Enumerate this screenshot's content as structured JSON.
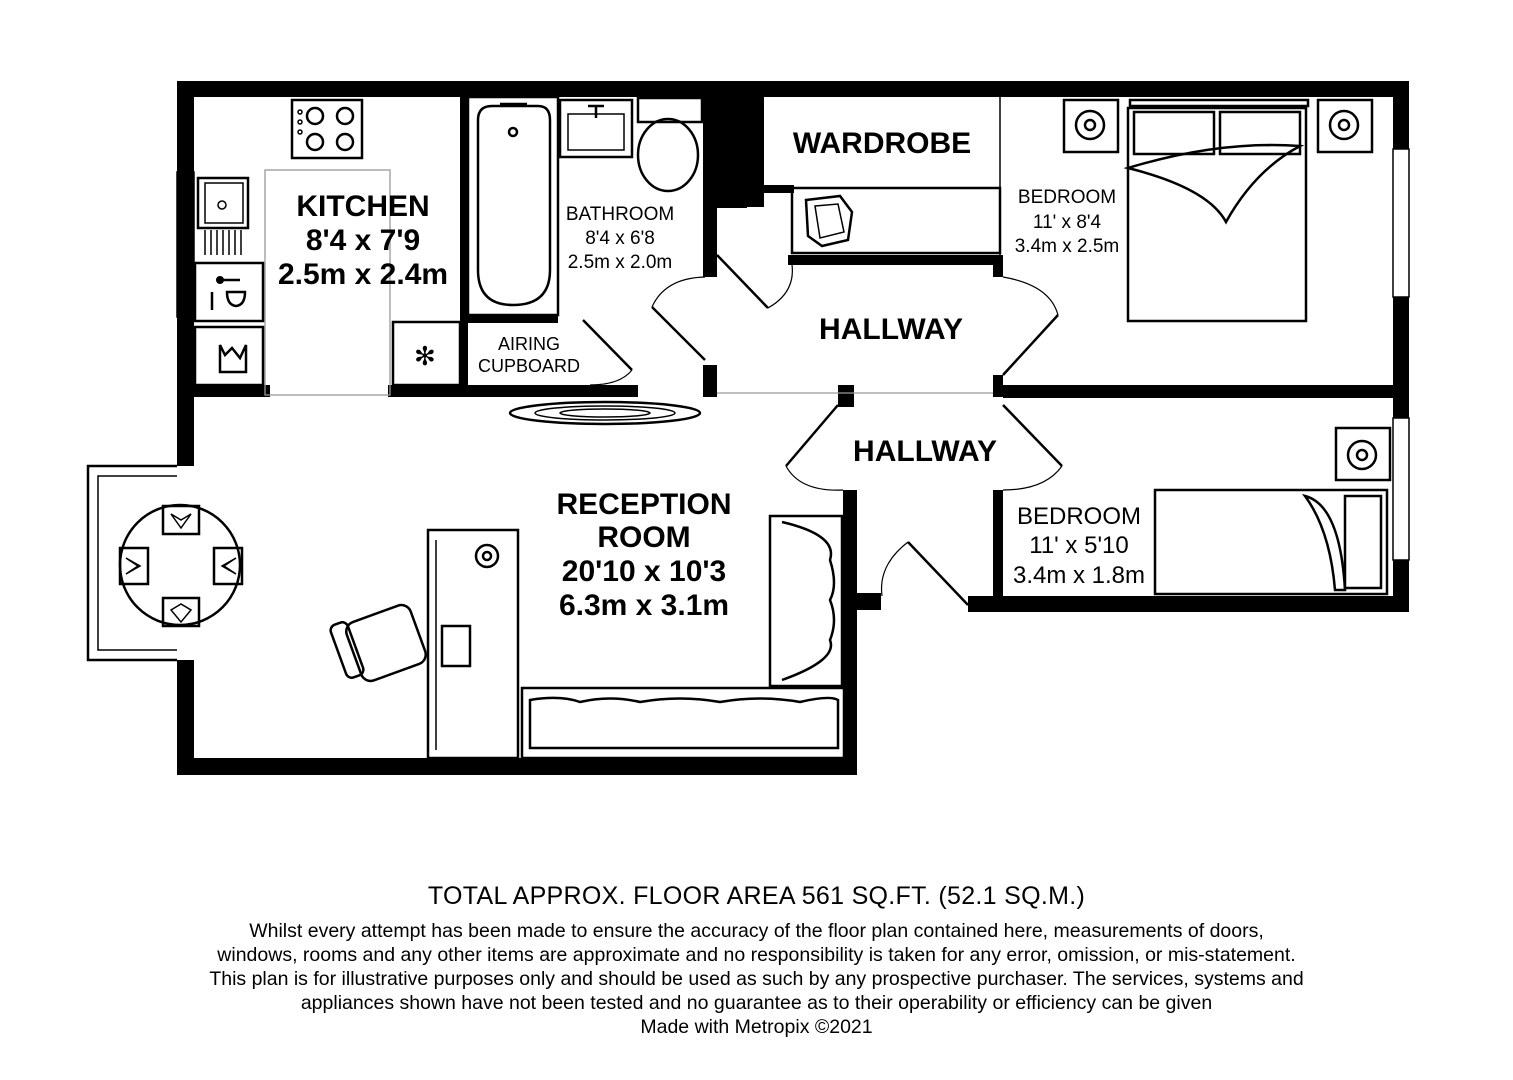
{
  "rooms": {
    "kitchen": {
      "name": "KITCHEN",
      "imperial": "8'4 x 7'9",
      "metric": "2.5m x 2.4m"
    },
    "bathroom": {
      "name": "BATHROOM",
      "imperial": "8'4 x 6'8",
      "metric": "2.5m x 2.0m"
    },
    "wardrobe": {
      "name": "WARDROBE"
    },
    "bedroom1": {
      "name": "BEDROOM",
      "imperial": "11' x 8'4",
      "metric": "3.4m x 2.5m"
    },
    "airing": {
      "line1": "AIRING",
      "line2": "CUPBOARD"
    },
    "hallway_upper": {
      "name": "HALLWAY"
    },
    "hallway_lower": {
      "name": "HALLWAY"
    },
    "reception": {
      "line1": "RECEPTION",
      "line2": "ROOM",
      "imperial": "20'10 x 10'3",
      "metric": "6.3m x 3.1m"
    },
    "bedroom2": {
      "name": "BEDROOM",
      "imperial": "11' x 5'10",
      "metric": "3.4m x 1.8m"
    }
  },
  "icons": [
    "hob-icon",
    "sink-icon",
    "washing-machine-icon",
    "fridge-freezer-icon",
    "bath-icon",
    "toilet-icon",
    "basin-icon",
    "bed-icon",
    "sofa-icon",
    "desk-icon",
    "chair-icon",
    "dining-table-icon",
    "lamp-icon",
    "rug-icon"
  ],
  "footer": {
    "total": "TOTAL APPROX. FLOOR AREA 561 SQ.FT. (52.1 SQ.M.)",
    "disclaimer": "Whilst every attempt has been made to ensure the accuracy of the floor plan contained here, measurements of doors, windows, rooms and any other items are approximate and no responsibility is taken for any error, omission, or mis-statement. This plan is for illustrative purposes only and should be used as such by any prospective purchaser. The services, systems and appliances shown have not been tested and no guarantee as to their operability or efficiency can be given",
    "made_with": "Made with Metropix ©2021"
  }
}
